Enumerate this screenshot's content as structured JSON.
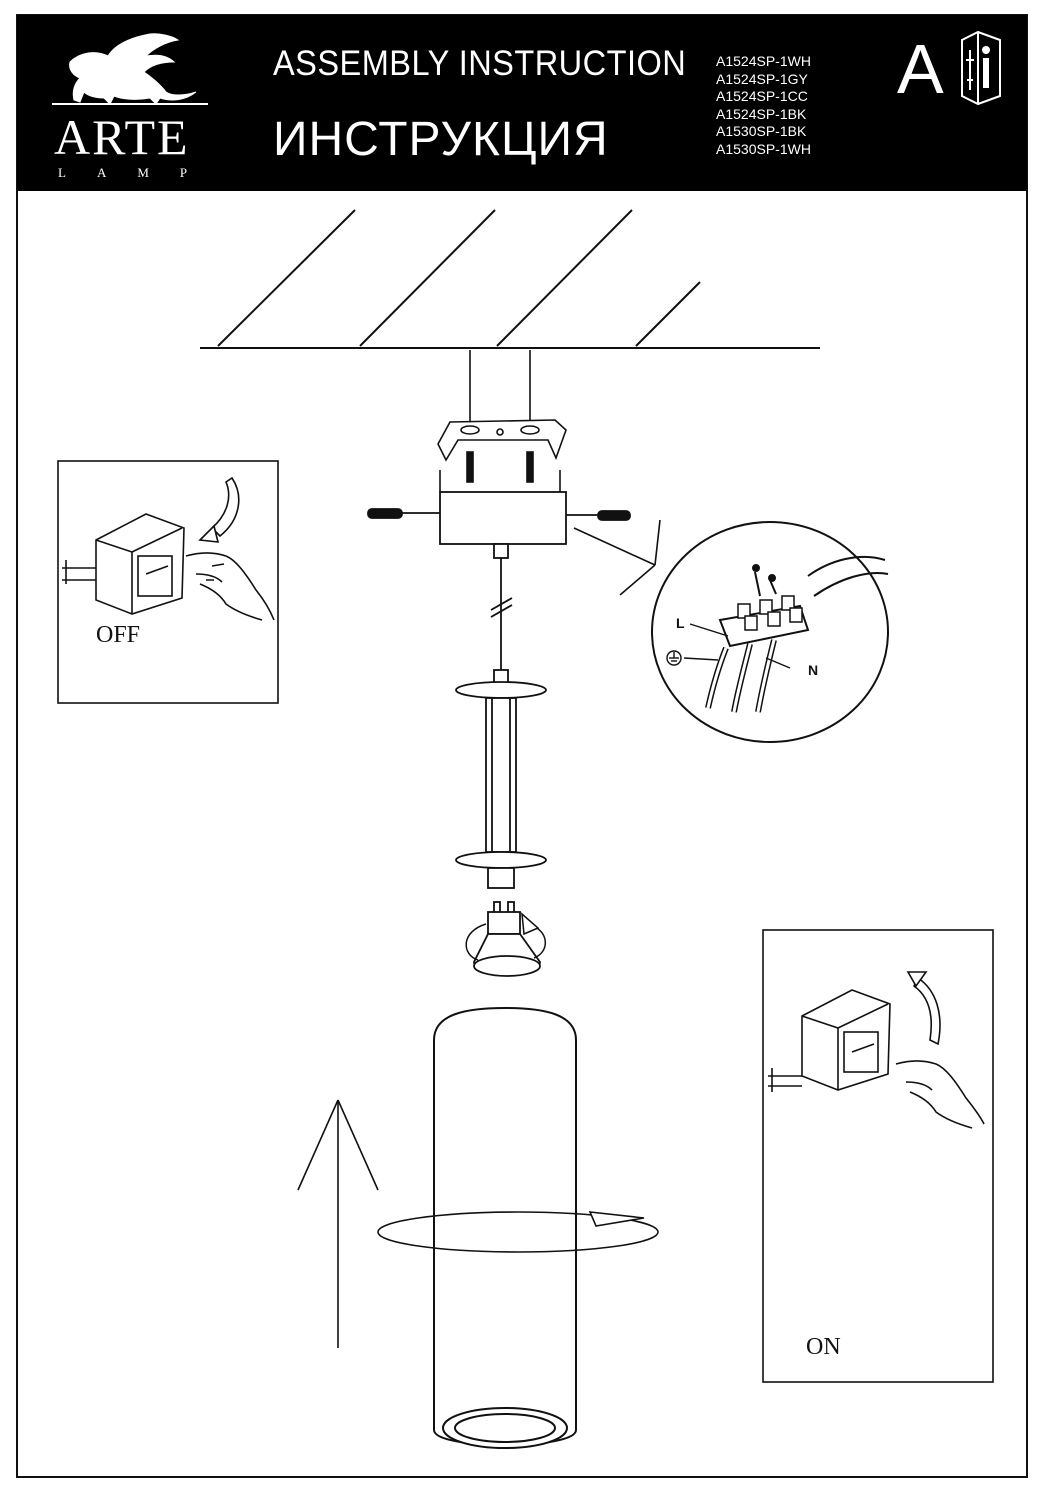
{
  "header": {
    "brand": "ARTE",
    "brand_sub": "LAMP",
    "title_en": "ASSEMBLY  INSTRUCTION",
    "title_ru": "ИНСТРУКЦИЯ",
    "models": [
      "A1524SP-1WH",
      "A1524SP-1GY",
      "A1524SP-1CC",
      "A1524SP-1BK",
      "A1530SP-1BK",
      "A1530SP-1WH"
    ],
    "language_letter": "A",
    "icons": [
      "griffin-logo-icon",
      "info-booklet-icon"
    ]
  },
  "diagram": {
    "switch_off_label": "OFF",
    "switch_on_label": "ON",
    "wire_live_label": "L",
    "wire_neutral_label": "N",
    "icons": [
      "ground-symbol-icon",
      "light-switch-icon",
      "hand-icon",
      "gu10-bulb-icon",
      "rotation-arrow-icon",
      "up-arrow-icon"
    ]
  }
}
